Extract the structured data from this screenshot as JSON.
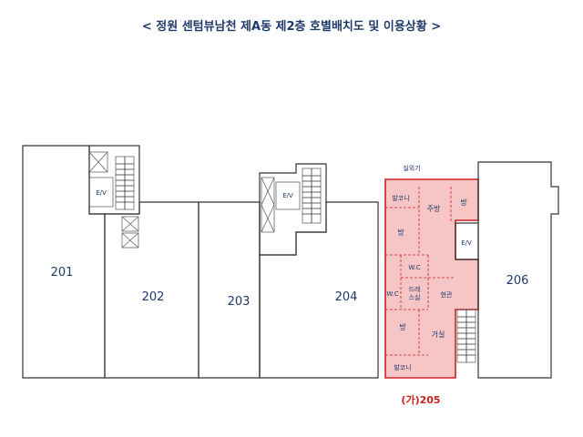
{
  "title": "< 정원 센텀뷰남천 제A동 제2층 호별배치도 및 이용상황 >",
  "units": {
    "u201": "201",
    "u202": "202",
    "u203": "203",
    "u204": "204",
    "u206": "206"
  },
  "ev": {
    "left": "E/V",
    "middle": "E/V",
    "right": "E/V"
  },
  "rooms205": {
    "outdoor_unit": "실외기",
    "balcony_top": "발코니",
    "kitchen": "주방",
    "room_top_right": "방",
    "room_upper": "방",
    "wc_right": "W.C",
    "wc_left": "W.C",
    "dress": "드레\n스실",
    "entrance": "현관",
    "room_lower": "방",
    "living": "거실",
    "balcony_bottom": "발코니"
  },
  "caption_205": "(가)205",
  "colors": {
    "highlight_fill": "#f6c6c6",
    "highlight_stroke": "#cc2222",
    "text": "#1f3a6b"
  }
}
